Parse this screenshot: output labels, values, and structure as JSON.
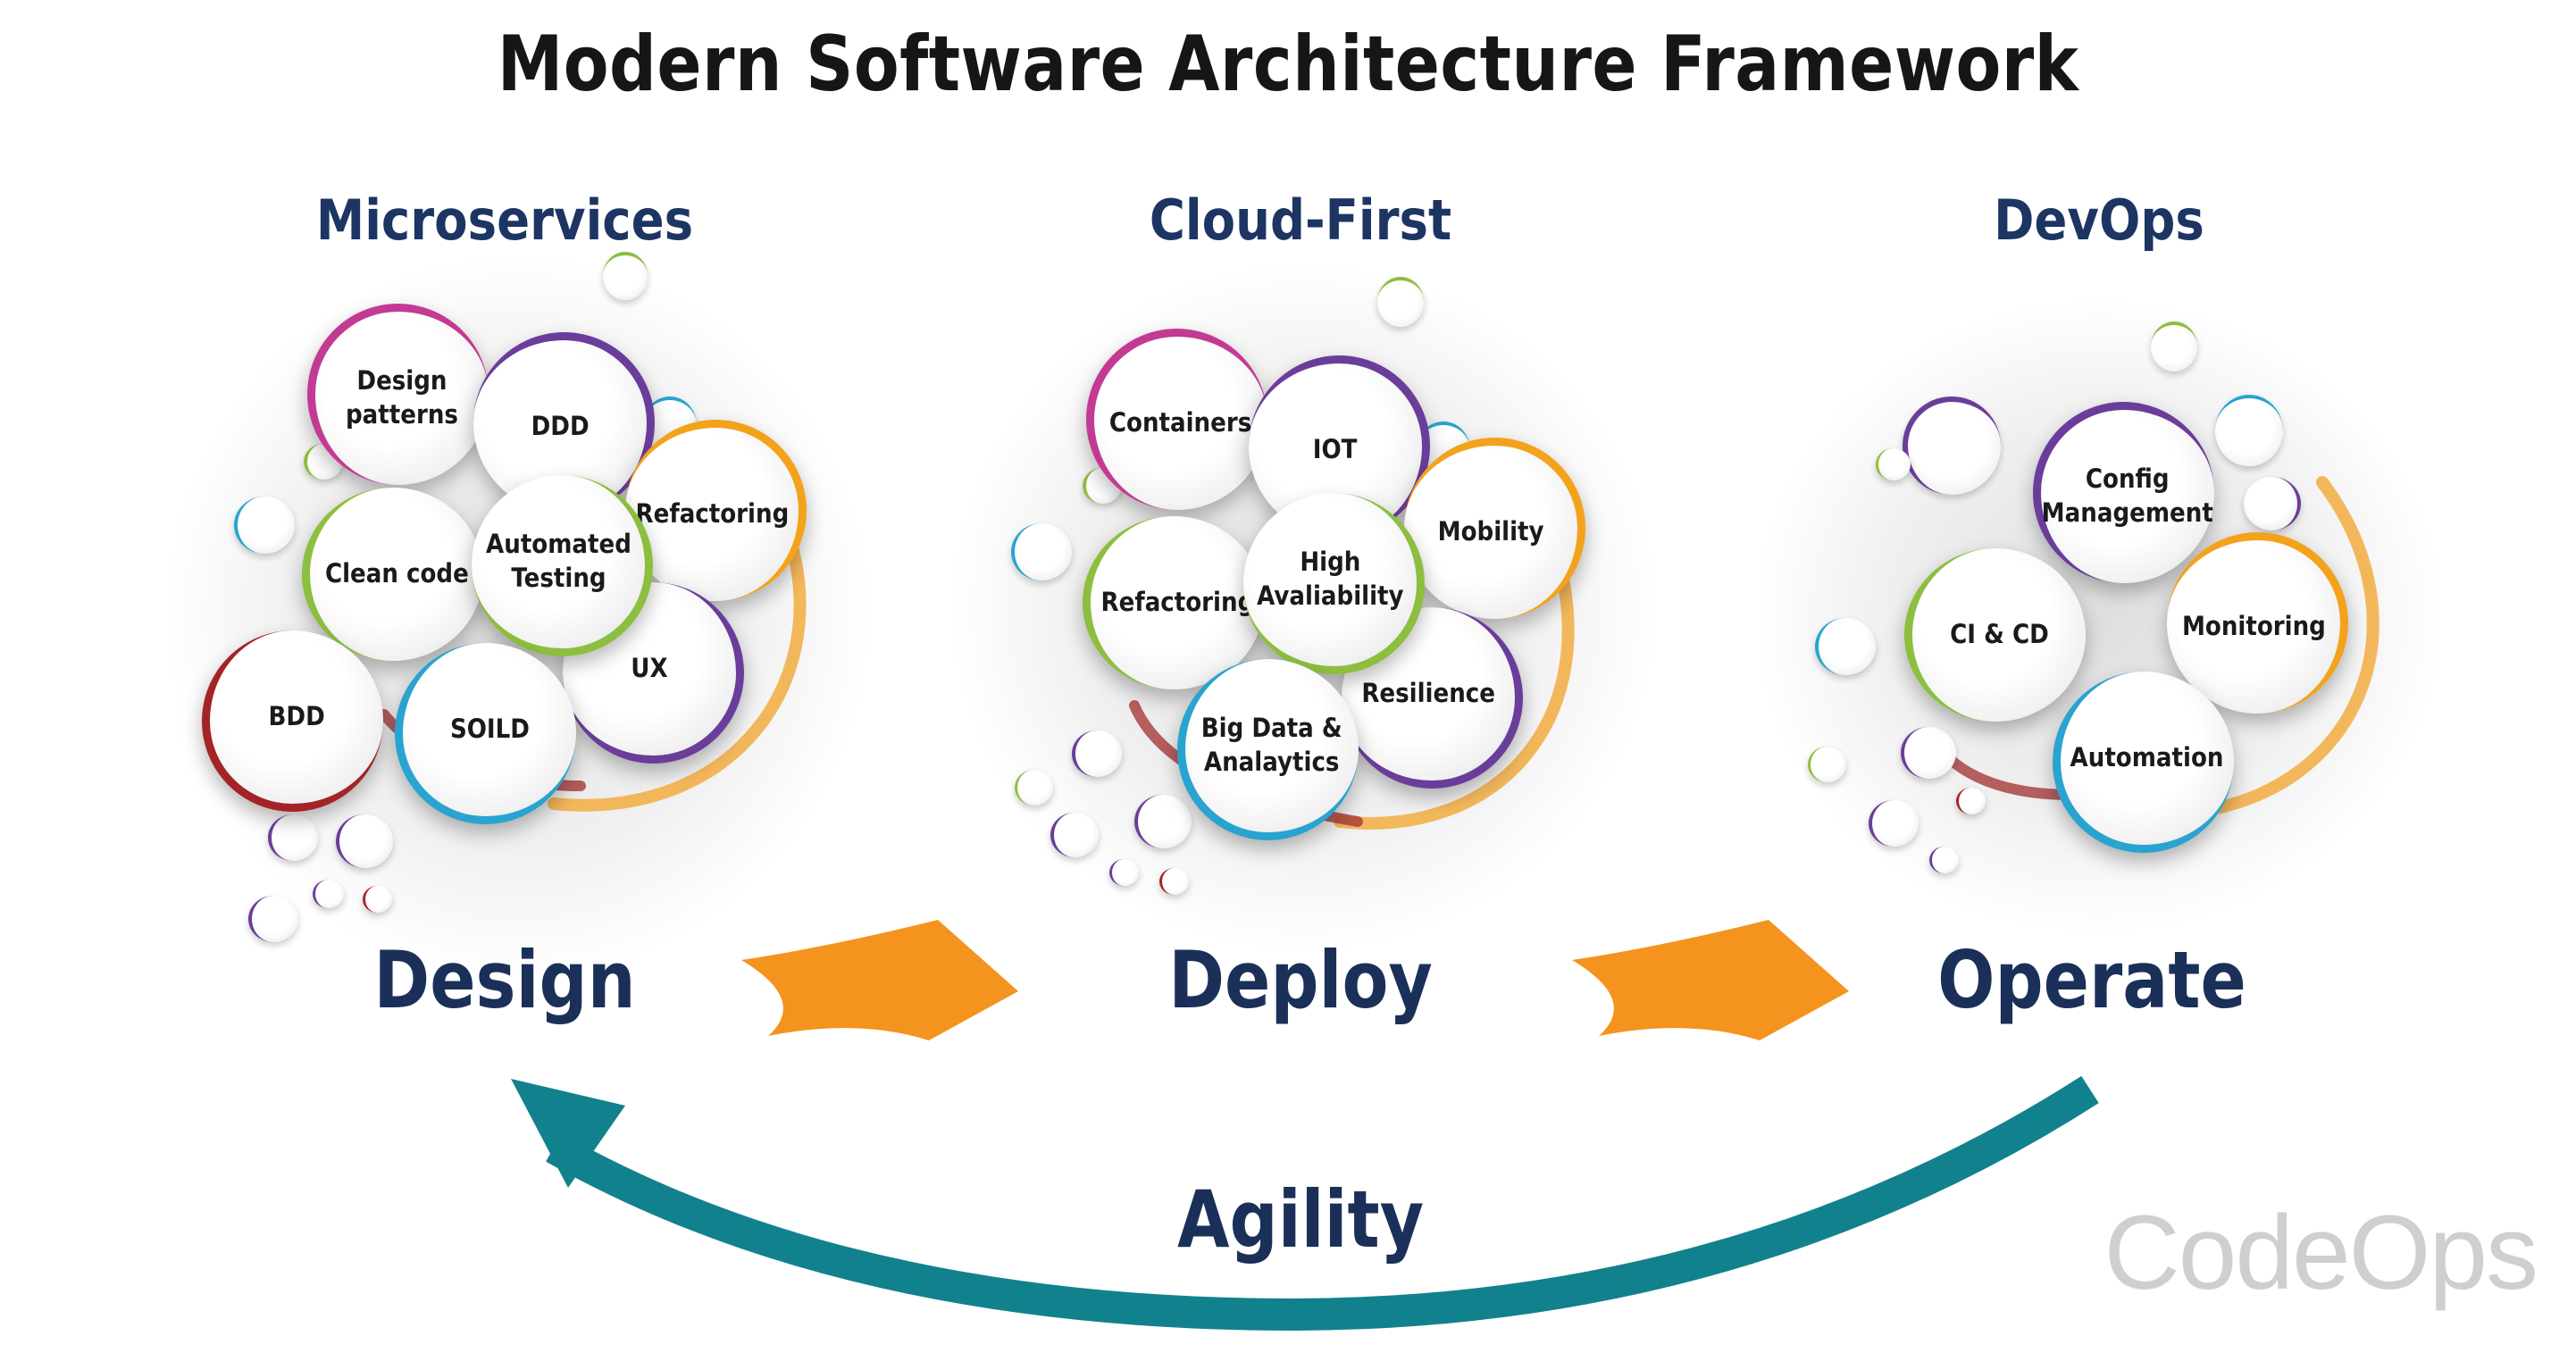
{
  "title": "Modern Software  Architecture Framework",
  "columns": [
    {
      "heading": "Microservices",
      "phase": "Design",
      "bubbles": [
        {
          "label": "Design\npatterns",
          "color": "#c23a94"
        },
        {
          "label": "DDD",
          "color": "#6a3d9a"
        },
        {
          "label": "Refactoring",
          "color": "#f3a21b"
        },
        {
          "label": "Clean code",
          "color": "#8cbe3f"
        },
        {
          "label": "Automated\nTesting",
          "color": "#8cbe3f"
        },
        {
          "label": "UX",
          "color": "#6a3d9a"
        },
        {
          "label": "BDD",
          "color": "#a42327"
        },
        {
          "label": "SOILD",
          "color": "#29a3cf"
        }
      ]
    },
    {
      "heading": "Cloud-First",
      "phase": "Deploy",
      "bubbles": [
        {
          "label": "Containers",
          "color": "#c23a94"
        },
        {
          "label": "IOT",
          "color": "#6a3d9a"
        },
        {
          "label": "Mobility",
          "color": "#f3a21b"
        },
        {
          "label": "Refactoring",
          "color": "#8cbe3f"
        },
        {
          "label": "High\nAvaliability",
          "color": "#8cbe3f"
        },
        {
          "label": "Resilience",
          "color": "#6a3d9a"
        },
        {
          "label": "Big Data &\nAnalaytics",
          "color": "#29a3cf"
        }
      ]
    },
    {
      "heading": "DevOps",
      "phase": "Operate",
      "bubbles": [
        {
          "label": "Config\nManagement",
          "color": "#6a3d9a"
        },
        {
          "label": "CI & CD",
          "color": "#8cbe3f"
        },
        {
          "label": "Monitoring",
          "color": "#f3a21b"
        },
        {
          "label": "Automation",
          "color": "#29a3cf"
        }
      ]
    }
  ],
  "cycle_label": "Agility",
  "logo_text": "CodeOps",
  "colors": {
    "navy": "#1b3059",
    "orange_arrow": "#f4931e",
    "teal_arc": "#12818e"
  }
}
